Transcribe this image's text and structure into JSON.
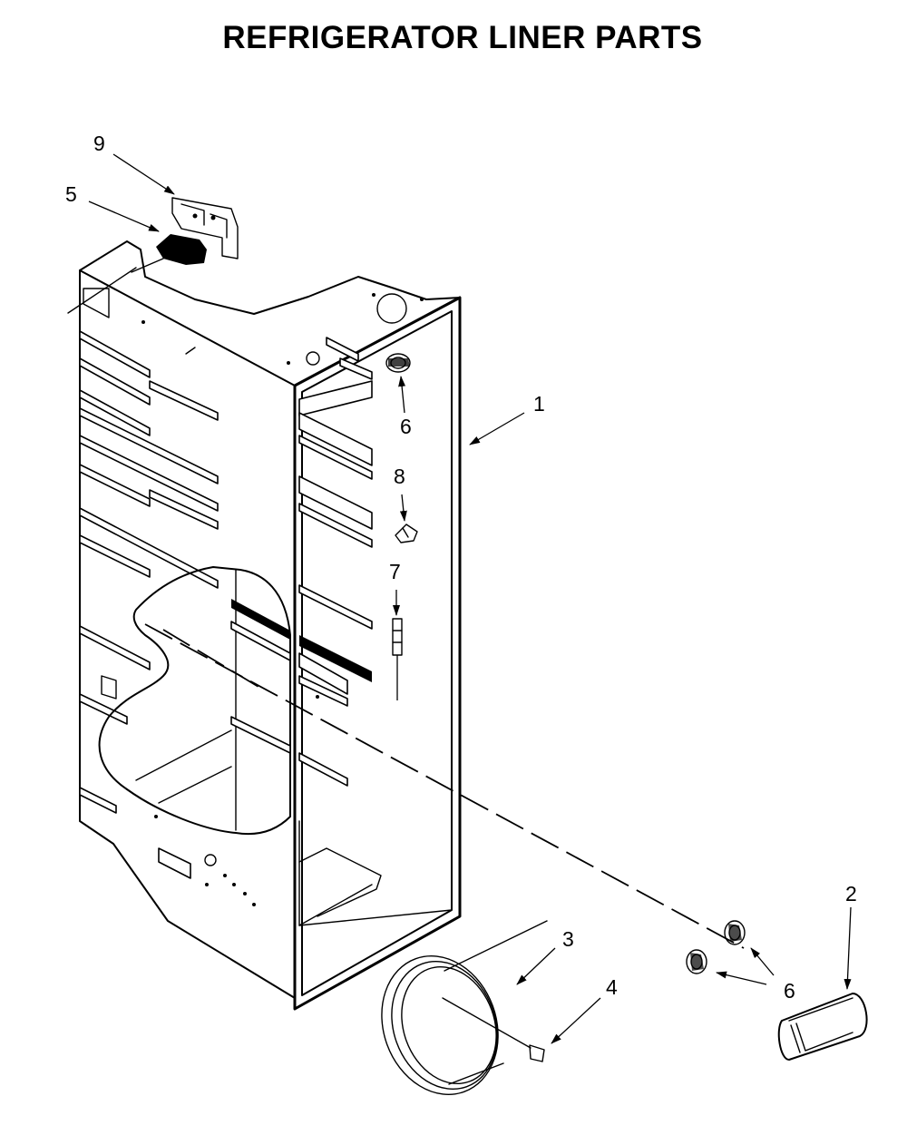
{
  "title": "REFRIGERATOR LINER PARTS",
  "callouts": {
    "c1": "1",
    "c2": "2",
    "c3": "3",
    "c4": "4",
    "c5": "5",
    "c6_top": "6",
    "c6_bottom": "6",
    "c7": "7",
    "c8": "8",
    "c9": "9"
  }
}
